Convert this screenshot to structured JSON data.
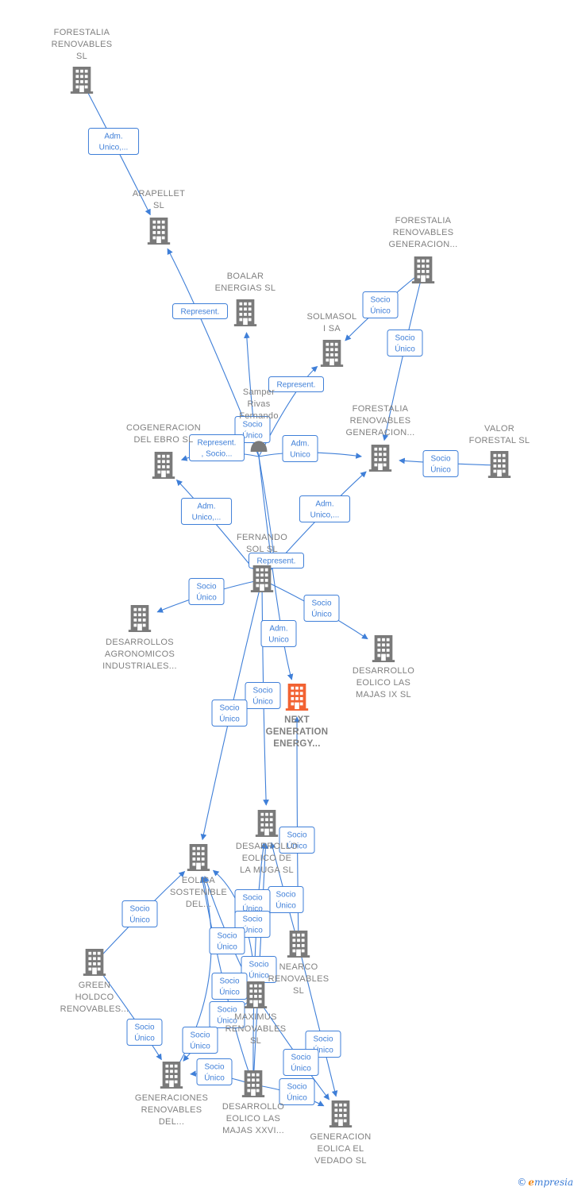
{
  "diagram": {
    "colors": {
      "edge": "#3f7fd8",
      "node": "#7a7a7a",
      "main_node": "#f26232",
      "text": "#808080"
    },
    "nodes": [
      {
        "id": "forestalia_sl",
        "type": "company",
        "lines": [
          "FORESTALIA",
          "RENOVABLES",
          "SL"
        ]
      },
      {
        "id": "arapellet",
        "type": "company",
        "lines": [
          "ARAPELLET",
          "SL"
        ]
      },
      {
        "id": "forestalia_gen_top",
        "type": "company",
        "lines": [
          "FORESTALIA",
          "RENOVABLES",
          "GENERACION..."
        ]
      },
      {
        "id": "boalar",
        "type": "company",
        "lines": [
          "BOALAR",
          "ENERGIAS  SL"
        ]
      },
      {
        "id": "solmasol",
        "type": "company",
        "lines": [
          "SOLMASOL",
          "I SA"
        ]
      },
      {
        "id": "samper",
        "type": "person",
        "lines": [
          "Samper",
          "Rivas",
          "Fernando"
        ]
      },
      {
        "id": "cogeneracion",
        "type": "company",
        "lines": [
          "COGENERACION",
          "DEL EBRO  SL"
        ]
      },
      {
        "id": "forestalia_gen_mid",
        "type": "company",
        "lines": [
          "FORESTALIA",
          "RENOVABLES",
          "GENERACION..."
        ]
      },
      {
        "id": "valor_forestal",
        "type": "company",
        "lines": [
          "VALOR",
          "FORESTAL SL"
        ]
      },
      {
        "id": "fernando_sol",
        "type": "company",
        "lines": [
          "FERNANDO",
          "SOL SL"
        ]
      },
      {
        "id": "desarrollos_agro",
        "type": "company",
        "lines": [
          "DESARROLLOS",
          "AGRONOMICOS",
          "INDUSTRIALES..."
        ]
      },
      {
        "id": "majas_ix",
        "type": "company",
        "lines": [
          "DESARROLLO",
          "EOLICO LAS",
          "MAJAS IX  SL"
        ]
      },
      {
        "id": "next_gen",
        "type": "main",
        "lines": [
          "NEXT",
          "GENERATION",
          "ENERGY..."
        ]
      },
      {
        "id": "eolica_muga",
        "type": "company",
        "lines": [
          "DESARROLLO",
          "EOLICO DE",
          "LA MUGA SL"
        ]
      },
      {
        "id": "eolica_sostenible",
        "type": "company",
        "lines": [
          "EOLICA",
          "SOSTENIBLE",
          "DEL..."
        ]
      },
      {
        "id": "nearco",
        "type": "company",
        "lines": [
          "NEARCO",
          "RENOVABLES",
          "SL"
        ]
      },
      {
        "id": "green_holdco",
        "type": "company",
        "lines": [
          "GREEN",
          "HOLDCO",
          "RENOVABLES..."
        ]
      },
      {
        "id": "maximus",
        "type": "company",
        "lines": [
          "MAXIMUS",
          "RENOVABLES",
          "SL"
        ]
      },
      {
        "id": "generaciones_ren",
        "type": "company",
        "lines": [
          "GENERACIONES",
          "RENOVABLES",
          "DEL..."
        ]
      },
      {
        "id": "majas_xxvi",
        "type": "company",
        "lines": [
          "DESARROLLO",
          "EOLICO LAS",
          "MAJAS XXVI..."
        ]
      },
      {
        "id": "vedado",
        "type": "company",
        "lines": [
          "GENERACION",
          "EOLICA EL",
          "VEDADO SL"
        ]
      }
    ],
    "edge_labels": [
      [
        "Adm.",
        "Unico,..."
      ],
      [
        "Represent."
      ],
      [
        "Socio",
        "Único"
      ],
      [
        "Socio",
        "Único"
      ],
      [
        "Represent."
      ],
      [
        "Socio",
        "Único"
      ],
      [
        "Represent.",
        ", Socio..."
      ],
      [
        "Adm.",
        "Unico"
      ],
      [
        "Socio",
        "Único"
      ],
      [
        "Adm.",
        "Unico,..."
      ],
      [
        "Adm.",
        "Unico,..."
      ],
      [
        "Represent."
      ],
      [
        "Socio",
        "Único"
      ],
      [
        "Socio",
        "Único"
      ],
      [
        "Adm.",
        "Unico"
      ],
      [
        "Socio",
        "Único"
      ],
      [
        "Socio",
        "Único"
      ],
      [
        "Socio",
        "Único"
      ],
      [
        "Socio",
        "Único"
      ],
      [
        "Socio",
        "Único"
      ],
      [
        "Socio",
        "Único"
      ],
      [
        "Socio",
        "Único"
      ],
      [
        "Socio",
        "Único"
      ],
      [
        "Socio",
        "Único"
      ],
      [
        "Socio",
        "Único"
      ],
      [
        "Socio",
        "Único"
      ],
      [
        "Socio",
        "Único"
      ],
      [
        "Socio",
        "Único"
      ],
      [
        "Socio",
        "Único"
      ],
      [
        "Socio",
        "Único"
      ],
      [
        "Socio",
        "Único"
      ],
      [
        "Socio",
        "Único"
      ],
      [
        "Socio",
        "Único"
      ],
      [
        "Socio",
        "Único"
      ],
      [
        "Socio",
        "Único"
      ]
    ]
  },
  "footer": {
    "copyright": "©",
    "brand_initial": "e",
    "brand_rest": "mpresia"
  }
}
